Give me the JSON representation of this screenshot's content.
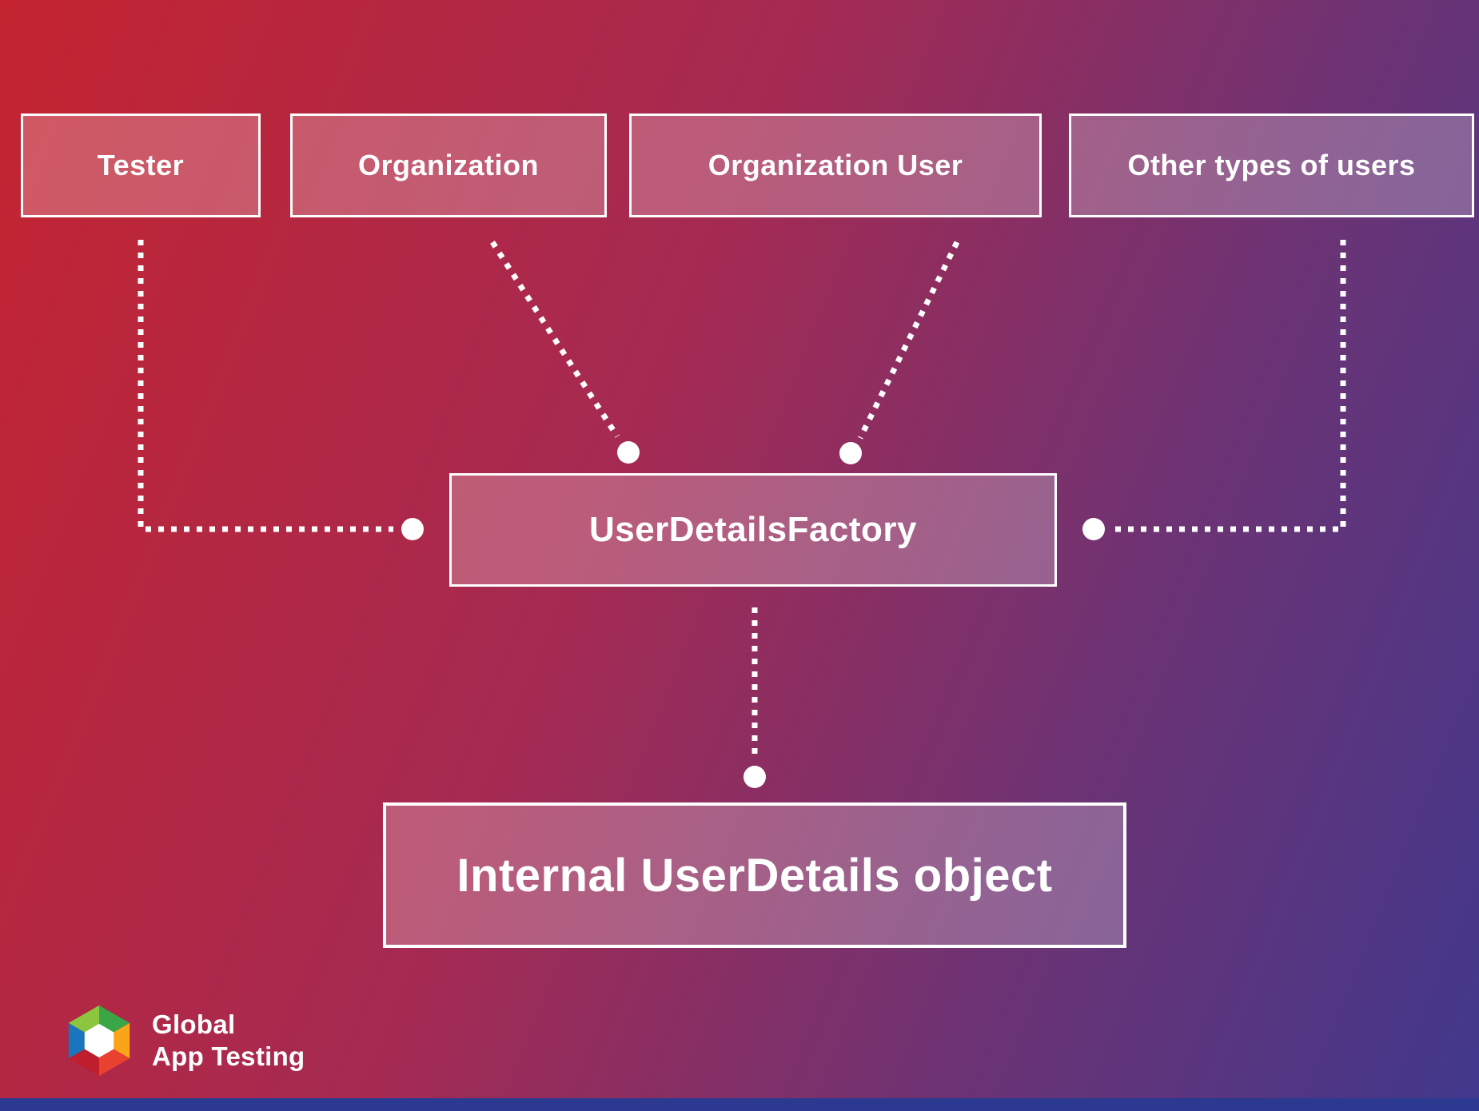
{
  "diagram": {
    "source_boxes": [
      {
        "label": "Tester"
      },
      {
        "label": "Organization"
      },
      {
        "label": "Organization User"
      },
      {
        "label": "Other types of users"
      }
    ],
    "factory_box": {
      "label": "UserDetailsFactory"
    },
    "output_box": {
      "label": "Internal UserDetails object"
    }
  },
  "logo": {
    "line1": "Global",
    "line2": "App Testing"
  },
  "colors": {
    "gradient_start": "#c42430",
    "gradient_mid1": "#a52a52",
    "gradient_mid2": "#6d3374",
    "gradient_end": "#41388c",
    "connector": "#ffffff",
    "box_border": "#ffffff",
    "box_fill": "rgba(255,255,255,0.24)",
    "bottom_bar": "#2b3990",
    "text": "#ffffff",
    "logo_green_light": "#8cc63f",
    "logo_green": "#3aa648",
    "logo_yellow": "#f9a51a",
    "logo_red": "#e8412f",
    "logo_navy": "#262f6d",
    "logo_blue": "#1b75bc"
  }
}
